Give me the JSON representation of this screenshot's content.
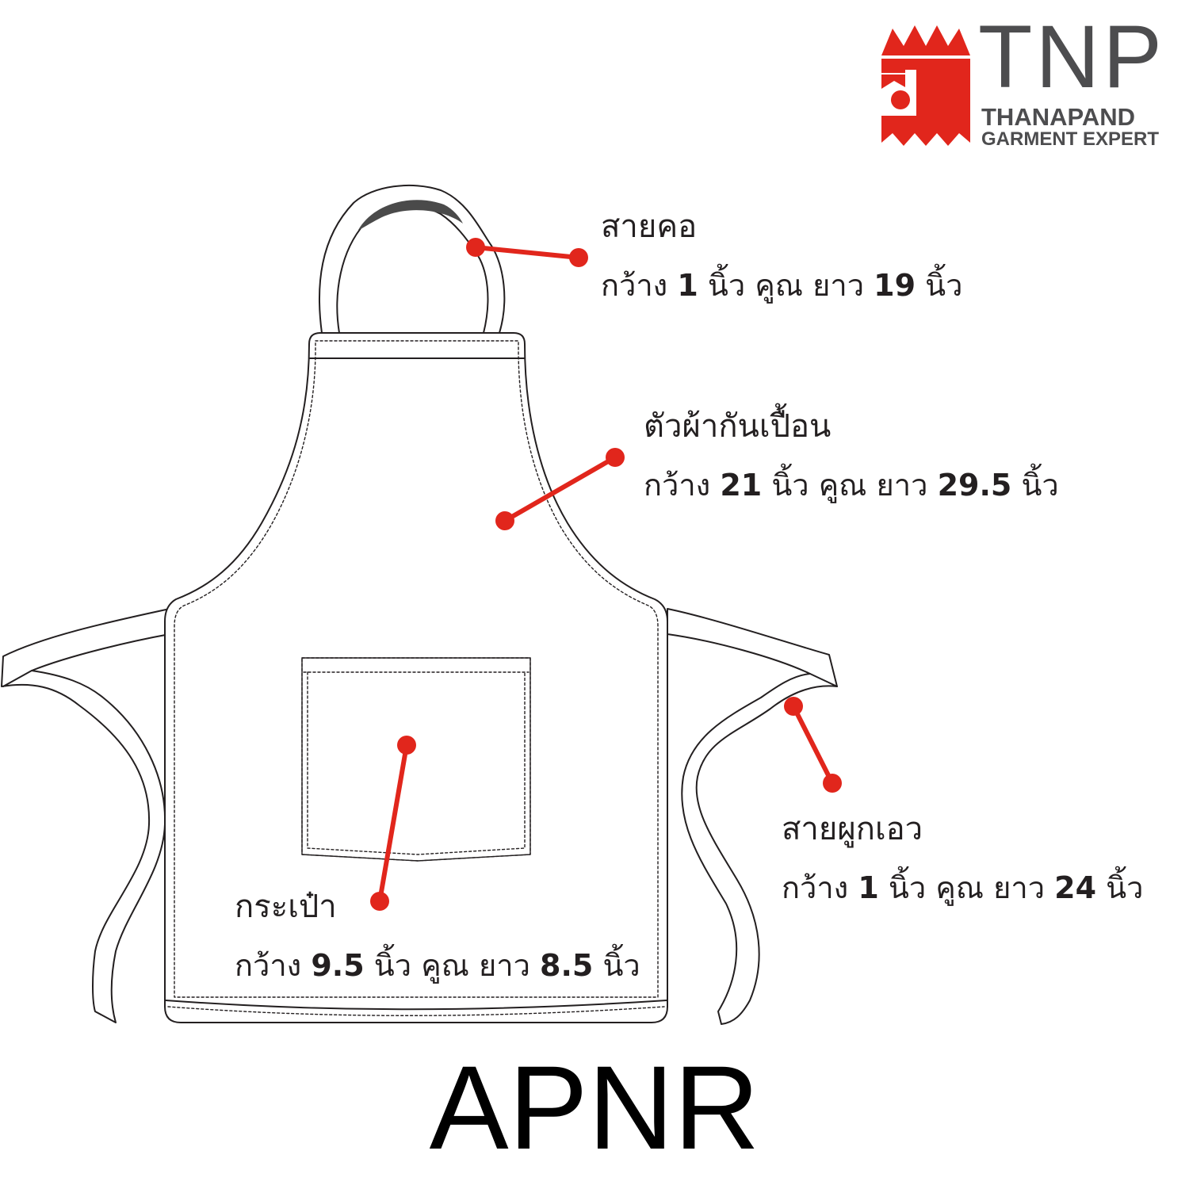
{
  "brand": {
    "logo_text": "TNP",
    "name_line1": "THANAPAND",
    "name_line2": "GARMENT EXPERT",
    "colors": {
      "red": "#e1261c",
      "gray": "#4d4d4f"
    }
  },
  "model_code": "APNR",
  "callouts": {
    "neck_strap": {
      "title": "สายคอ",
      "w_label": "กว้าง",
      "w_value": "1",
      "w_unit": "นิ้ว",
      "sep": "คูณ",
      "l_label": "ยาว",
      "l_value": "19",
      "l_unit": "นิ้ว"
    },
    "apron_body": {
      "title": "ตัวผ้ากันเปื้อน",
      "w_label": "กว้าง",
      "w_value": "21",
      "w_unit": "นิ้ว",
      "sep": "คูณ",
      "l_label": "ยาว",
      "l_value": "29.5",
      "l_unit": "นิ้ว"
    },
    "waist_tie": {
      "title": "สายผูกเอว",
      "w_label": "กว้าง",
      "w_value": "1",
      "w_unit": "นิ้ว",
      "sep": "คูณ",
      "l_label": "ยาว",
      "l_value": "24",
      "l_unit": "นิ้ว"
    },
    "pocket": {
      "title": "กระเป๋า",
      "w_label": "กว้าง",
      "w_value": "9.5",
      "w_unit": "นิ้ว",
      "sep": "คูณ",
      "l_label": "ยาว",
      "l_value": "8.5",
      "l_unit": "นิ้ว"
    }
  },
  "colors": {
    "leader": "#e1261c",
    "outline": "#231f20",
    "strap_shadow": "#4a4a4a"
  }
}
